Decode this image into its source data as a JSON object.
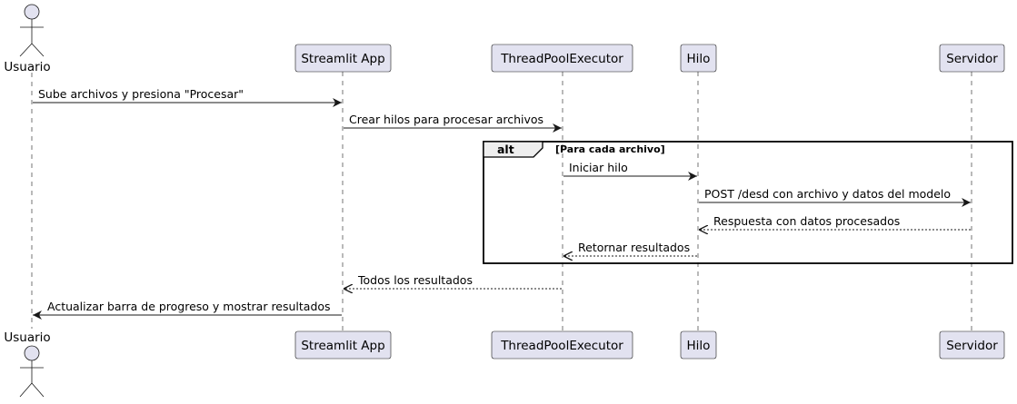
{
  "participants": [
    {
      "id": "usuario",
      "label": "Usuario",
      "kind": "actor"
    },
    {
      "id": "app",
      "label": "Streamlit App",
      "kind": "participant"
    },
    {
      "id": "executor",
      "label": "ThreadPoolExecutor",
      "kind": "participant"
    },
    {
      "id": "hilo",
      "label": "Hilo",
      "kind": "participant"
    },
    {
      "id": "servidor",
      "label": "Servidor",
      "kind": "participant"
    }
  ],
  "messages": [
    {
      "from": "usuario",
      "to": "app",
      "label": "Sube archivos y presiona \"Procesar\"",
      "style": "sync"
    },
    {
      "from": "app",
      "to": "executor",
      "label": "Crear hilos para procesar archivos",
      "style": "sync"
    },
    {
      "from": "executor",
      "to": "hilo",
      "label": "Iniciar hilo",
      "style": "sync"
    },
    {
      "from": "hilo",
      "to": "servidor",
      "label": "POST /desd con archivo y datos del modelo",
      "style": "sync"
    },
    {
      "from": "servidor",
      "to": "hilo",
      "label": "Respuesta con datos procesados",
      "style": "return"
    },
    {
      "from": "hilo",
      "to": "executor",
      "label": "Retornar resultados",
      "style": "return"
    },
    {
      "from": "executor",
      "to": "app",
      "label": "Todos los resultados",
      "style": "return"
    },
    {
      "from": "app",
      "to": "usuario",
      "label": "Actualizar barra de progreso y mostrar resultados",
      "style": "sync"
    }
  ],
  "fragment": {
    "keyword": "alt",
    "guard": "[Para cada archivo]"
  },
  "colors": {
    "box_fill": "#e2e2f0",
    "box_stroke": "#181818",
    "lifeline": "#181818",
    "arrow": "#181818",
    "fragment_header": "#eeeeee"
  }
}
